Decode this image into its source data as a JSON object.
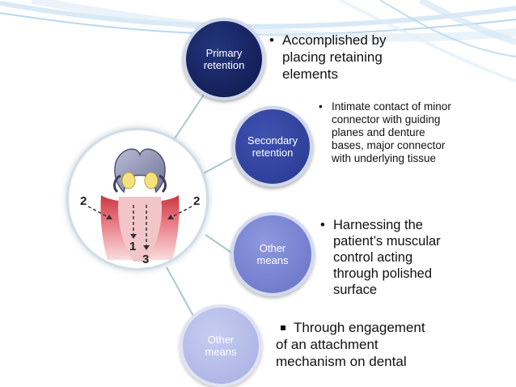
{
  "diagram": {
    "nodes": [
      {
        "label": "Primary\nretention",
        "bullet": "Accomplished by placing retaining elements"
      },
      {
        "label": "Secondary\nretention",
        "bullet": "Intimate  contact of minor connector with guiding planes and denture bases, major connector with underlying tissue"
      },
      {
        "label": "Other\nmeans",
        "bullet": "Harnessing the patient’s muscular control acting through polished surface"
      },
      {
        "label": "Other\nmeans",
        "bullet": "Through engagement of an attachment mechanism on  dental"
      }
    ],
    "illustration": {
      "arrow_labels": [
        "2",
        "2",
        "1",
        "3"
      ]
    },
    "colors": {
      "node1": "#131f57",
      "node2": "#2f3f98",
      "node3": "#707ccc",
      "node4": "#aeb6e6",
      "connector": "#a9c9c9"
    }
  }
}
